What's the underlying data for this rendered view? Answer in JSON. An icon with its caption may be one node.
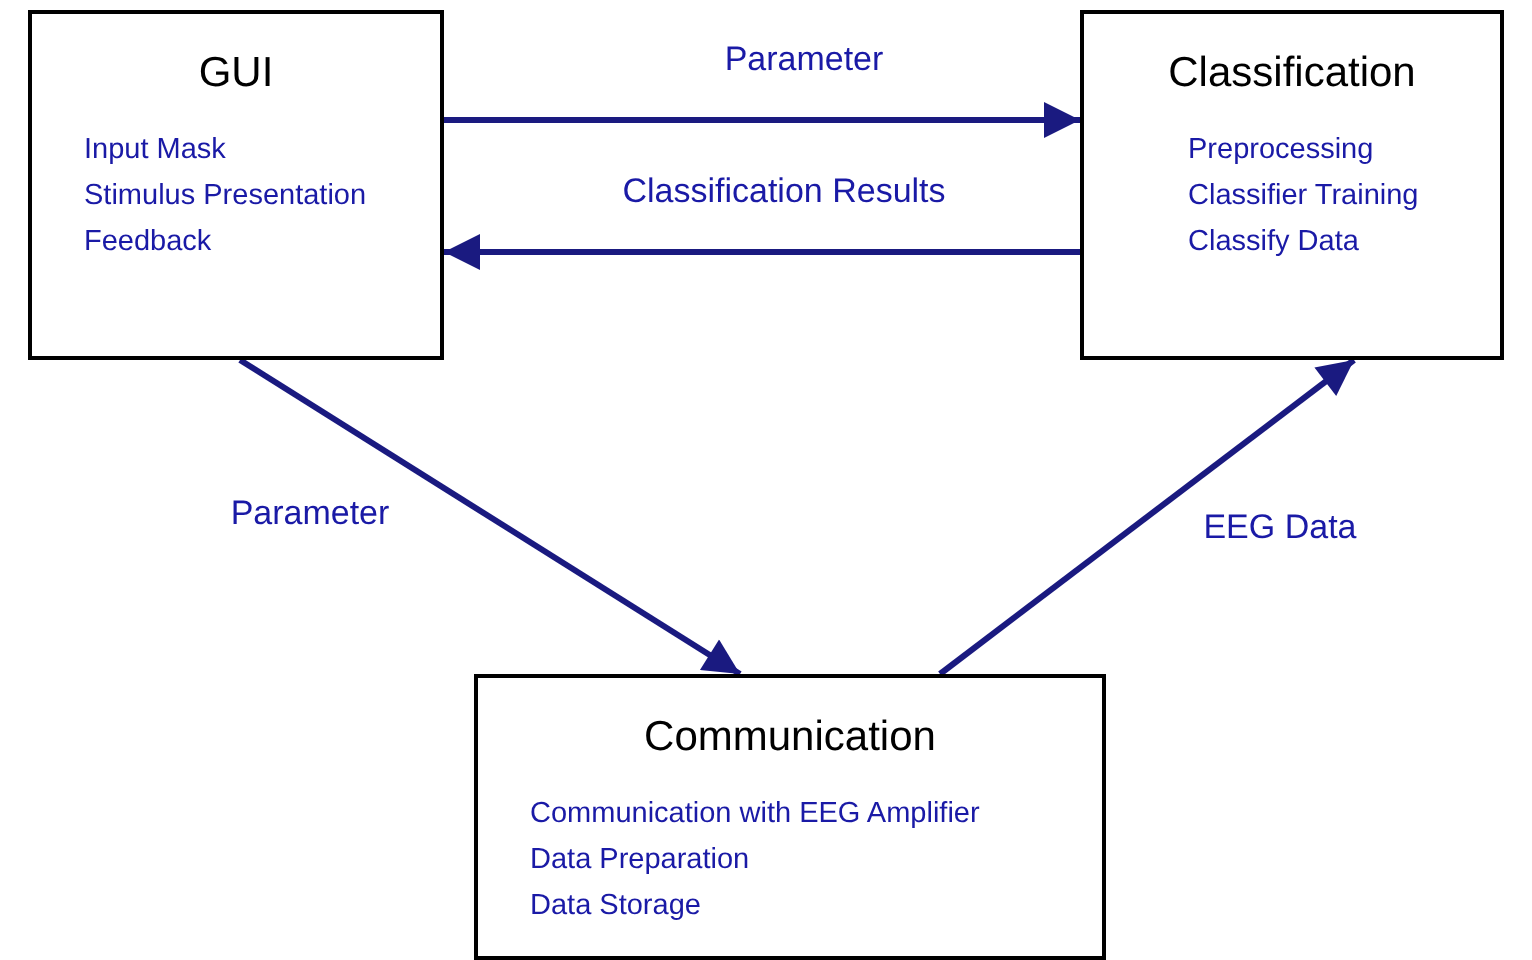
{
  "diagram": {
    "nodes": [
      {
        "text": [
          "GUI",
          "Input Mask",
          "Stimulus Presentation",
          "Feedback"
        ]
      },
      {
        "text": [
          "Classification",
          "Preprocessing",
          "Classifier Training",
          "Classify Data"
        ]
      },
      {
        "text": [
          "Communication",
          "Communication with EEG Amplifier",
          "Data Preparation",
          "Data Storage"
        ]
      }
    ],
    "edges": [
      {
        "from": 0,
        "to": 1,
        "arrow": "to",
        "label": "Parameter"
      },
      {
        "from": 1,
        "to": 0,
        "arrow": "to",
        "label": "Classification Results"
      },
      {
        "from": 0,
        "to": 2,
        "arrow": "to",
        "label": "Parameter"
      },
      {
        "from": 2,
        "to": 1,
        "arrow": "to",
        "label": "EEG Data"
      }
    ]
  }
}
